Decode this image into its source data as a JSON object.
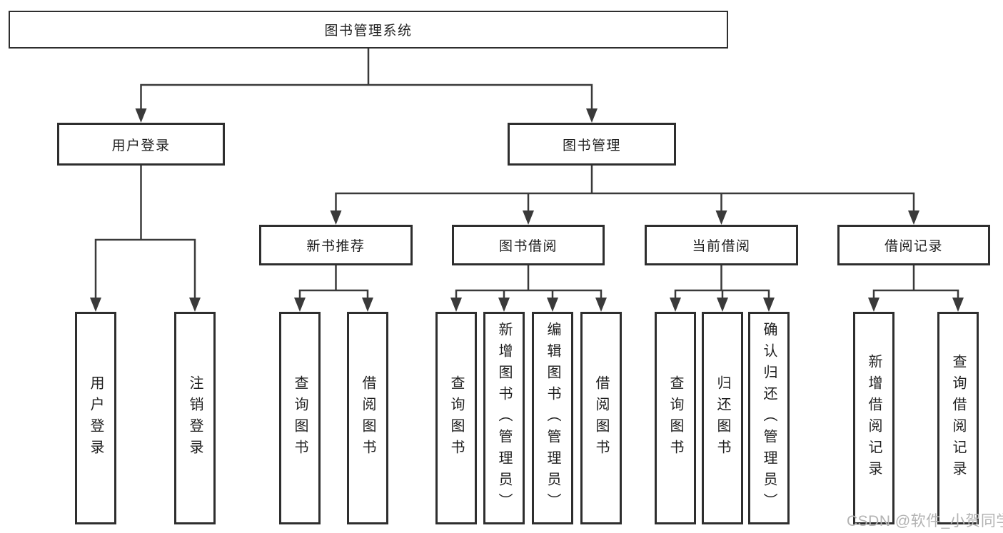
{
  "tree": {
    "root": "图书管理系统",
    "branches": [
      {
        "label": "用户登录",
        "children": [
          {
            "label": "用户登录"
          },
          {
            "label": "注销登录"
          }
        ]
      },
      {
        "label": "图书管理",
        "children": [
          {
            "label": "新书推荐",
            "children": [
              {
                "label": "查询图书"
              },
              {
                "label": "借阅图书"
              }
            ]
          },
          {
            "label": "图书借阅",
            "children": [
              {
                "label": "查询图书"
              },
              {
                "label": "新增图书（管理员）"
              },
              {
                "label": "编辑图书（管理员）"
              },
              {
                "label": "借阅图书"
              }
            ]
          },
          {
            "label": "当前借阅",
            "children": [
              {
                "label": "查询图书"
              },
              {
                "label": "归还图书"
              },
              {
                "label": "确认归还（管理员）"
              }
            ]
          },
          {
            "label": "借阅记录",
            "children": [
              {
                "label": "新增借阅记录"
              },
              {
                "label": "查询借阅记录"
              }
            ]
          }
        ]
      }
    ]
  },
  "watermark": {
    "text": "CSDN @软件_小贺同学"
  },
  "colors": {
    "background": "#ffffff",
    "box_border": "#2e2e2e",
    "connector_line": "#3a3a3a",
    "text": "#1f1f1f",
    "watermark_text": "#b3b3b3"
  }
}
